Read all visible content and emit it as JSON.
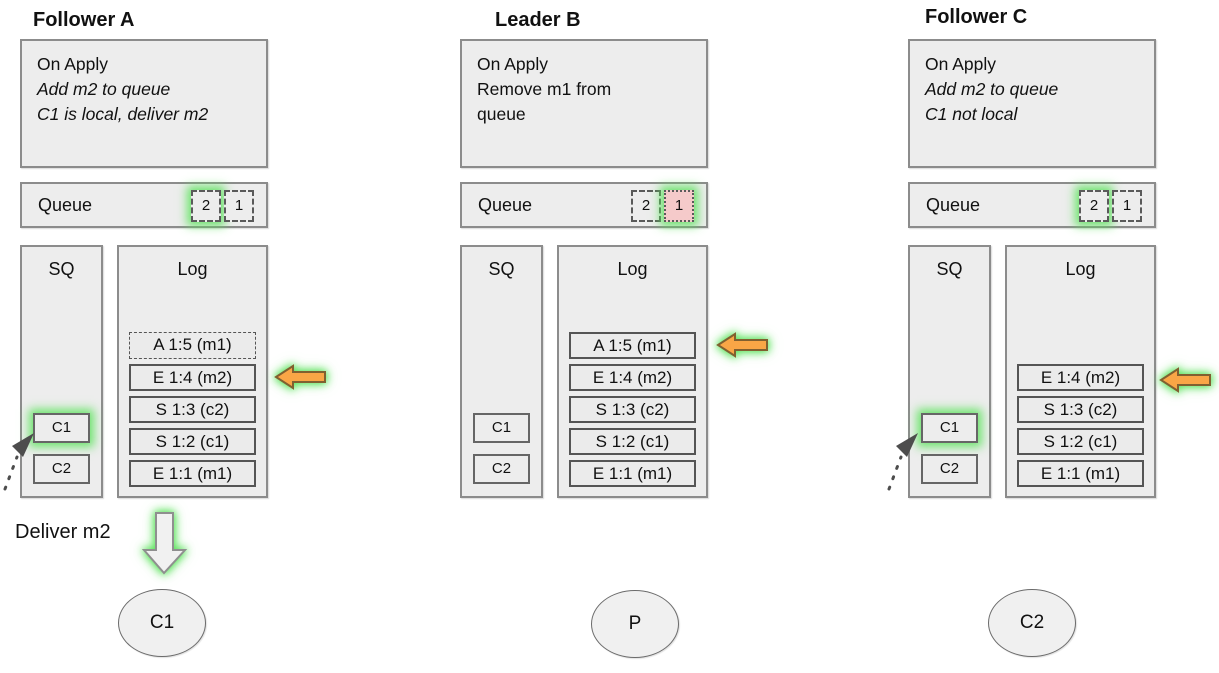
{
  "colors": {
    "panel_fill": "#ededed",
    "panel_border": "#8c8c8c",
    "highlight_glow_green": "#58e358",
    "queue_item_pink_fill": "#f5caca",
    "orange_arrow_fill": "#f9a646",
    "orange_arrow_border": "#806030"
  },
  "columns": [
    {
      "title": "Follower A",
      "on_apply": {
        "lines": [
          {
            "text": "On Apply",
            "italic": false
          },
          {
            "text": "Add m2 to queue",
            "italic": true
          },
          {
            "text": "C1 is local, deliver m2",
            "italic": true
          }
        ]
      },
      "queue": {
        "label": "Queue",
        "items": [
          {
            "value": "2",
            "border": "dashed",
            "highlight": true
          },
          {
            "value": "1",
            "border": "dashed",
            "highlight": false
          }
        ]
      },
      "sq": {
        "title": "SQ",
        "items": [
          {
            "value": "C1",
            "highlight": true,
            "pointed_by_dotted_arrow": true
          },
          {
            "value": "C2",
            "highlight": false
          }
        ]
      },
      "log": {
        "title": "Log",
        "entries": [
          {
            "text": "A 1:5 (m1)",
            "border": "dashed",
            "orange_arrow": false
          },
          {
            "text": "E 1:4 (m2)",
            "border": "solid",
            "orange_arrow": true
          },
          {
            "text": "S 1:3 (c2)",
            "border": "solid",
            "orange_arrow": false
          },
          {
            "text": "S 1:2 (c1)",
            "border": "solid",
            "orange_arrow": false
          },
          {
            "text": "E 1:1 (m1)",
            "border": "solid",
            "orange_arrow": false
          }
        ]
      },
      "deliver_label": "Deliver m2",
      "node_label": "C1"
    },
    {
      "title": "Leader B",
      "on_apply": {
        "lines": [
          {
            "text": "On Apply",
            "italic": false
          },
          {
            "text": "Remove m1 from",
            "italic": false
          },
          {
            "text": "queue",
            "italic": false
          }
        ]
      },
      "queue": {
        "label": "Queue",
        "items": [
          {
            "value": "2",
            "border": "dashed",
            "highlight": false
          },
          {
            "value": "1",
            "border": "dotted",
            "highlight": true,
            "fill": "pink"
          }
        ]
      },
      "sq": {
        "title": "SQ",
        "items": [
          {
            "value": "C1",
            "highlight": false
          },
          {
            "value": "C2",
            "highlight": false
          }
        ]
      },
      "log": {
        "title": "Log",
        "entries": [
          {
            "text": "A 1:5 (m1)",
            "border": "solid",
            "orange_arrow": true
          },
          {
            "text": "E 1:4 (m2)",
            "border": "solid",
            "orange_arrow": false
          },
          {
            "text": "S 1:3 (c2)",
            "border": "solid",
            "orange_arrow": false
          },
          {
            "text": "S 1:2 (c1)",
            "border": "solid",
            "orange_arrow": false
          },
          {
            "text": "E 1:1 (m1)",
            "border": "solid",
            "orange_arrow": false
          }
        ]
      },
      "node_label": "P"
    },
    {
      "title": "Follower C",
      "on_apply": {
        "lines": [
          {
            "text": "On Apply",
            "italic": false
          },
          {
            "text": "Add m2 to queue",
            "italic": true
          },
          {
            "text": "C1 not local",
            "italic": true
          }
        ]
      },
      "queue": {
        "label": "Queue",
        "items": [
          {
            "value": "2",
            "border": "dashed",
            "highlight": true
          },
          {
            "value": "1",
            "border": "dashed",
            "highlight": false
          }
        ]
      },
      "sq": {
        "title": "SQ",
        "items": [
          {
            "value": "C1",
            "highlight": true,
            "pointed_by_dotted_arrow": true
          },
          {
            "value": "C2",
            "highlight": false
          }
        ]
      },
      "log": {
        "title": "Log",
        "entries": [
          {
            "text": "E 1:4 (m2)",
            "border": "solid",
            "orange_arrow": true
          },
          {
            "text": "S 1:3 (c2)",
            "border": "solid",
            "orange_arrow": false
          },
          {
            "text": "S 1:2 (c1)",
            "border": "solid",
            "orange_arrow": false
          },
          {
            "text": "E 1:1 (m1)",
            "border": "solid",
            "orange_arrow": false
          }
        ]
      },
      "node_label": "C2"
    }
  ]
}
